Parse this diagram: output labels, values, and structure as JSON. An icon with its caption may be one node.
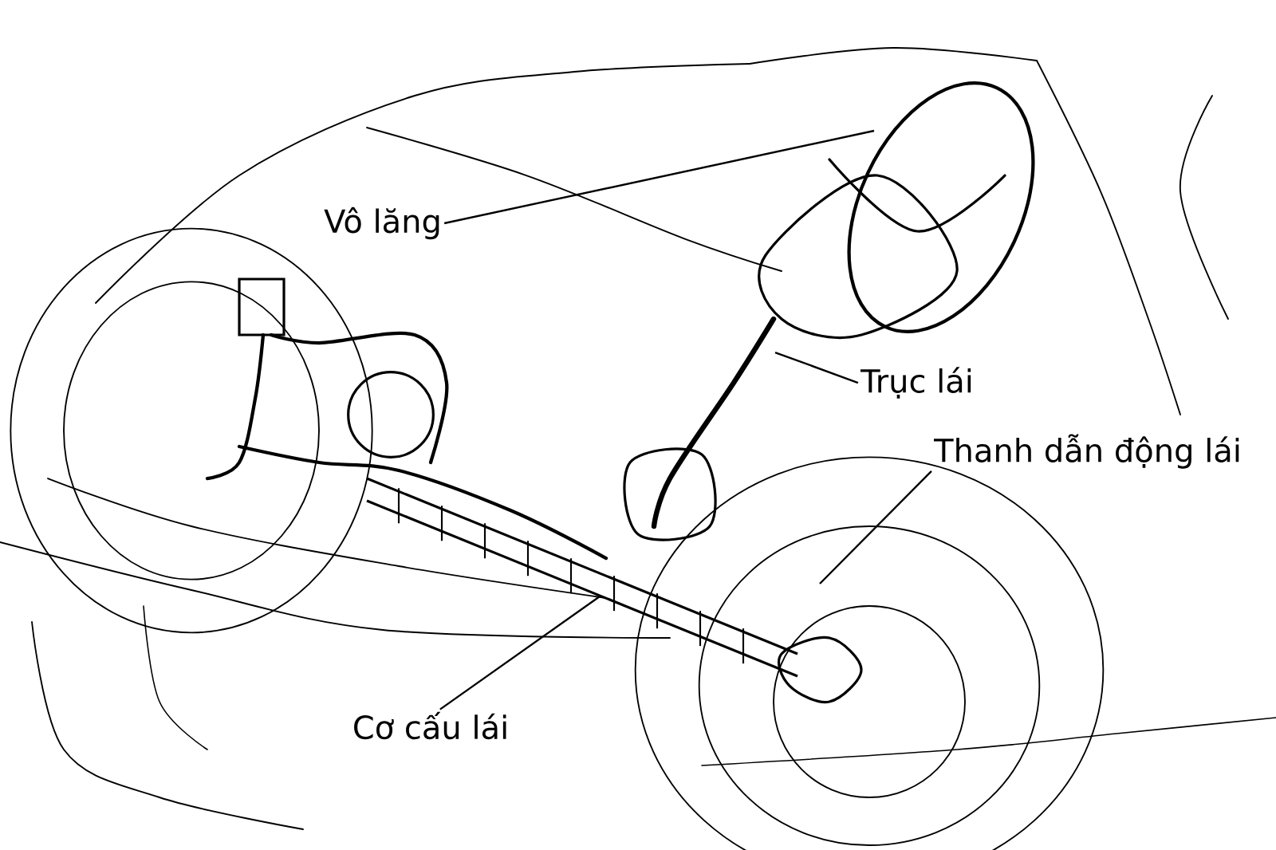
{
  "diagram": {
    "nodes": [
      {
        "text": [
          "Vô lăng"
        ]
      },
      {
        "text": [
          "Trục lái"
        ]
      },
      {
        "text": [
          "Thanh dẫn động lái"
        ]
      },
      {
        "text": [
          "Cơ cấu lái"
        ]
      }
    ],
    "edges": [
      {
        "from": 0,
        "to": null,
        "arrow": "none"
      },
      {
        "from": 1,
        "to": null,
        "arrow": "none"
      },
      {
        "from": 2,
        "to": null,
        "arrow": "none"
      },
      {
        "from": 3,
        "to": null,
        "arrow": "none"
      }
    ]
  }
}
